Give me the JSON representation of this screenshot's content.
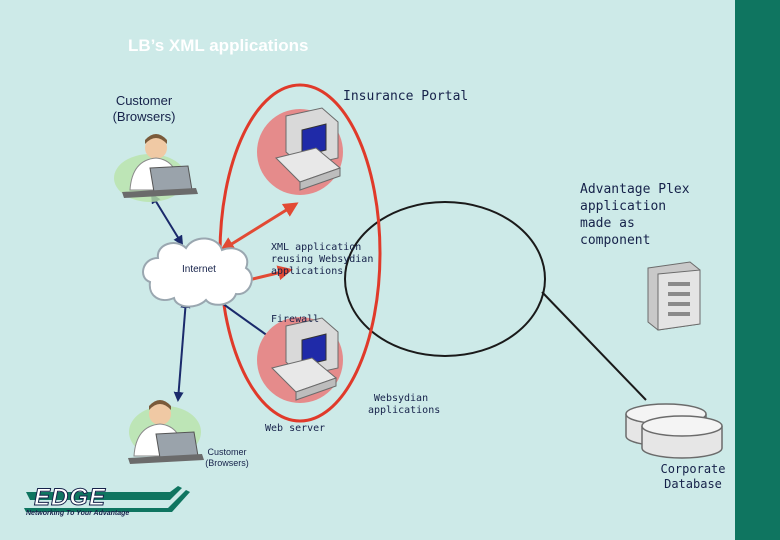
{
  "title": "LB’s XML applications",
  "labels": {
    "insurance_portal": "Insurance Portal",
    "customer_top": "Customer\n(Browsers)",
    "customer_bottom": "Customer\n(Browsers)",
    "advantage_plex": "Advantage Plex\napplication\nmade as\ncomponent",
    "internet": "Internet",
    "xml_app": "XML application\nreusing Websydian\napplications",
    "firewall": "Firewall",
    "websydian_apps": "Websydian\napplications",
    "web_server": "Web server",
    "corporate_db": "Corporate\nDatabase"
  },
  "logo": {
    "wordmark": "EDGE",
    "tagline": "Networking To Your Advantage"
  },
  "colors": {
    "background": "#cdeae8",
    "sidebar": "#0f7560",
    "ellipse": "#e03a2a",
    "server_disc": "#e58b8b",
    "monitor_screen": "#1f2aa8",
    "arrow_red": "#e24a34",
    "arrow_blue": "#1a2a6b",
    "text": "#16224a"
  },
  "icons": [
    "person-computer-icon",
    "cloud-icon",
    "server-computer-icon",
    "database-server-icon",
    "database-cylinder-icon"
  ]
}
